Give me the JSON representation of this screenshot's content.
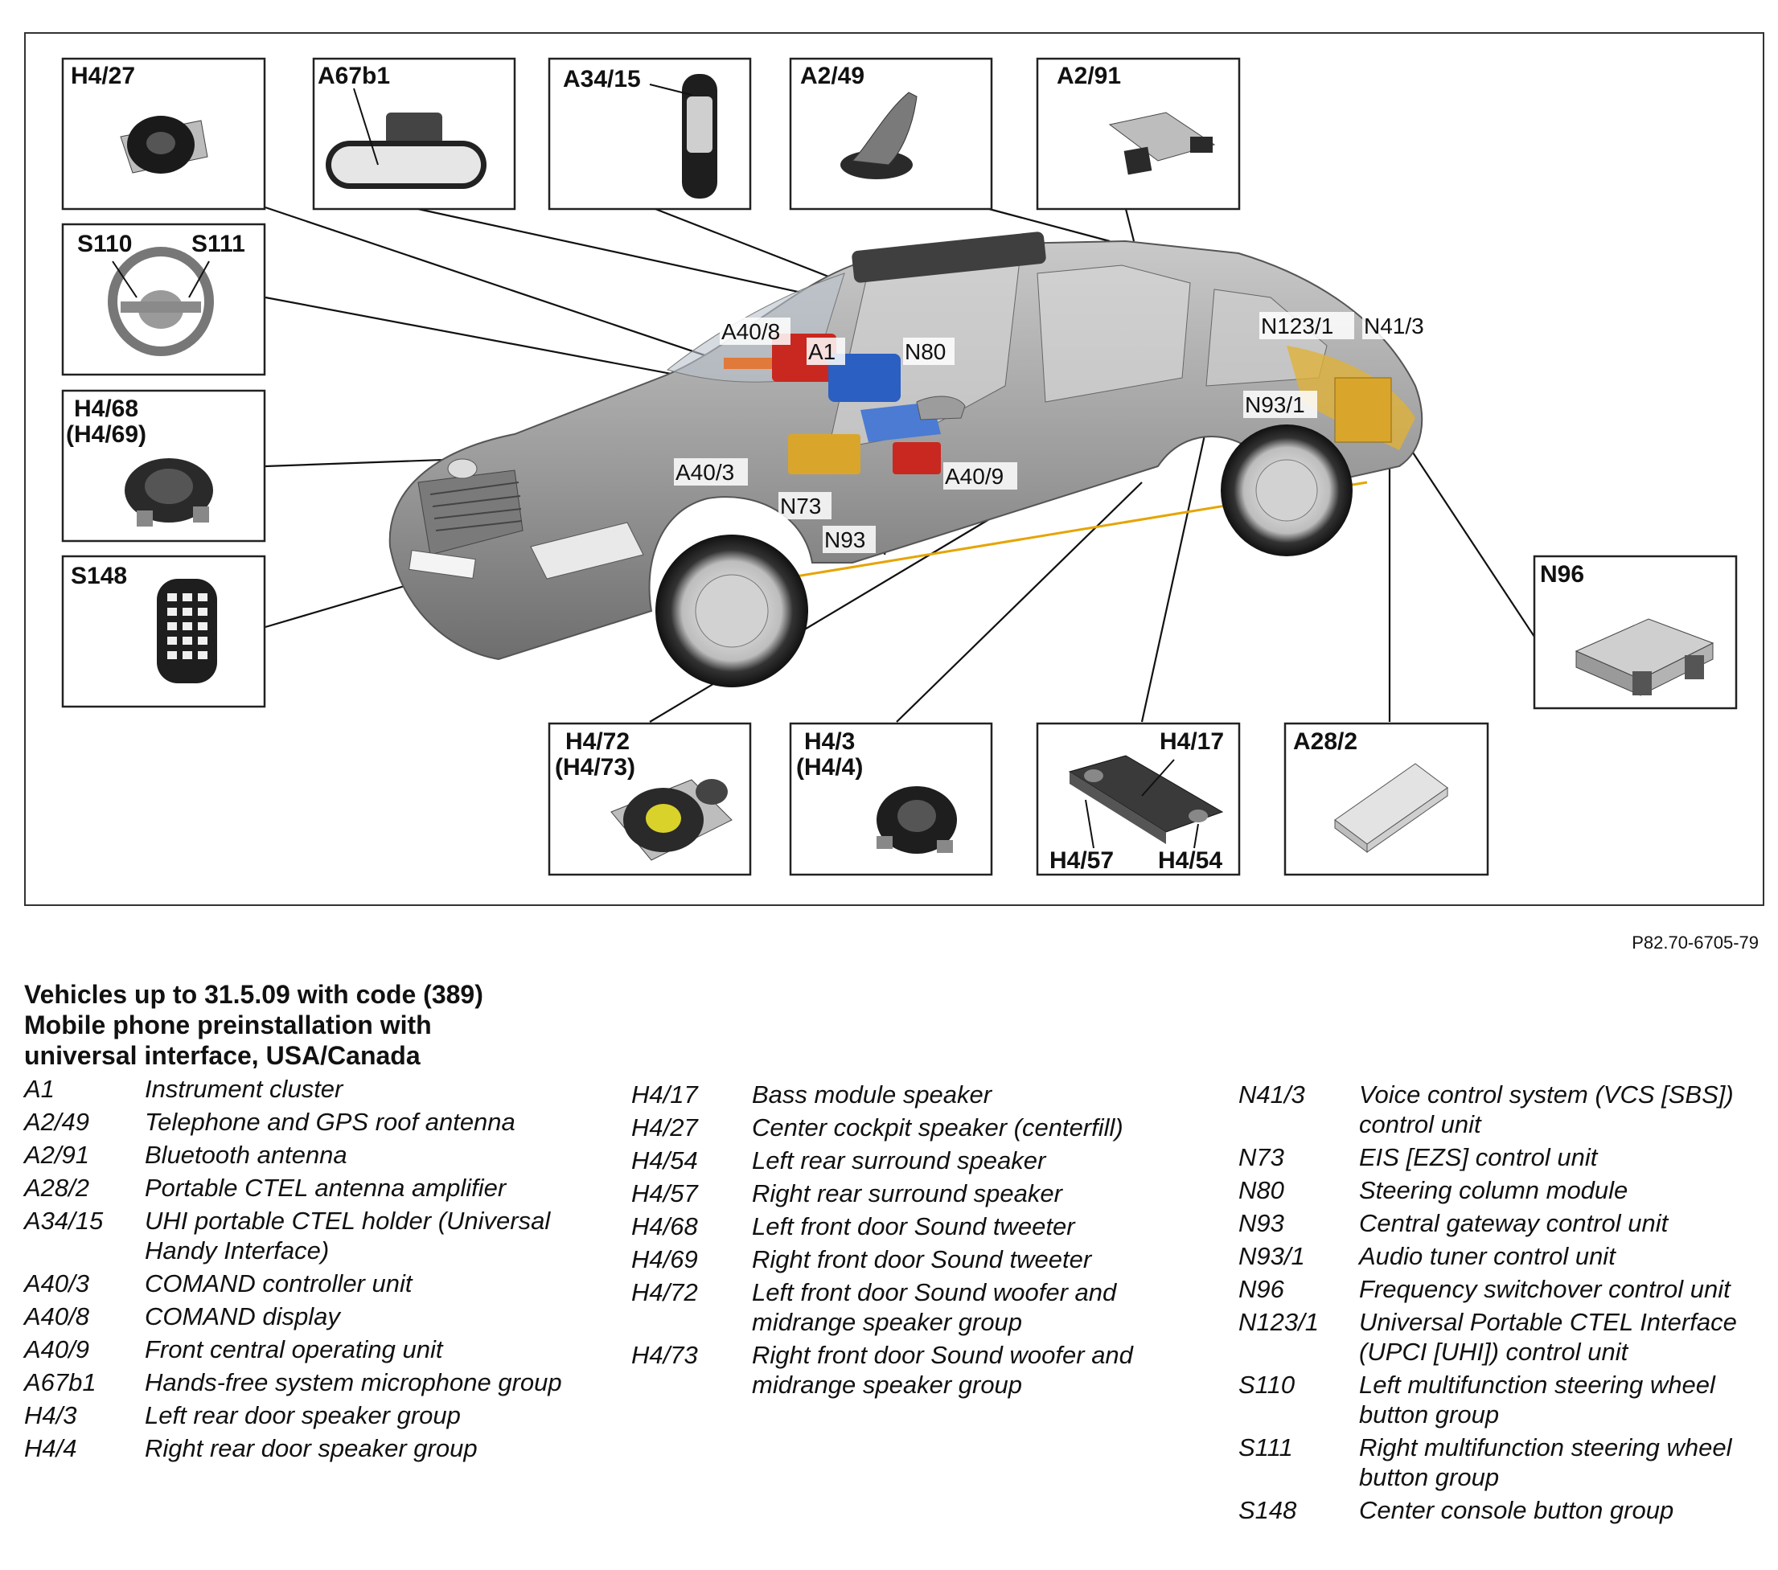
{
  "figure_code": "P82.70-6705-79",
  "callout_boxes": [
    {
      "id": "H4/27",
      "labels": [
        "H4/27"
      ]
    },
    {
      "id": "A67b1",
      "labels": [
        "A67b1"
      ]
    },
    {
      "id": "A34/15",
      "labels": [
        "A34/15"
      ]
    },
    {
      "id": "A2/49",
      "labels": [
        "A2/49"
      ]
    },
    {
      "id": "A2/91",
      "labels": [
        "A2/91"
      ]
    },
    {
      "id": "S110-S111",
      "labels": [
        "S110",
        "S111"
      ]
    },
    {
      "id": "H4/68",
      "labels": [
        "H4/68",
        "(H4/69)"
      ]
    },
    {
      "id": "S148",
      "labels": [
        "S148"
      ]
    },
    {
      "id": "N96",
      "labels": [
        "N96"
      ]
    },
    {
      "id": "H4/72",
      "labels": [
        "H4/72",
        "(H4/73)"
      ]
    },
    {
      "id": "H4/3",
      "labels": [
        "H4/3",
        "(H4/4)"
      ]
    },
    {
      "id": "H4/17",
      "labels": [
        "H4/17",
        "H4/57",
        "H4/54"
      ]
    },
    {
      "id": "A28/2",
      "labels": [
        "A28/2"
      ]
    }
  ],
  "car_labels": [
    "A40/8",
    "A1",
    "N80",
    "N123/1",
    "N41/3",
    "N93/1",
    "A40/3",
    "A40/9",
    "N73",
    "N93"
  ],
  "legend": {
    "title_lines": [
      "Vehicles up to 31.5.09 with code (389)",
      "Mobile phone preinstallation with",
      "universal interface, USA/Canada"
    ],
    "col1": [
      {
        "code": "A1",
        "desc": "Instrument cluster"
      },
      {
        "code": "A2/49",
        "desc": "Telephone and GPS roof antenna"
      },
      {
        "code": "A2/91",
        "desc": "Bluetooth antenna"
      },
      {
        "code": "A28/2",
        "desc": "Portable CTEL antenna amplifier"
      },
      {
        "code": "A34/15",
        "desc": "UHI portable CTEL holder (Universal Handy Interface)"
      },
      {
        "code": "A40/3",
        "desc": "COMAND controller unit"
      },
      {
        "code": "A40/8",
        "desc": "COMAND display"
      },
      {
        "code": "A40/9",
        "desc": "Front central operating unit"
      },
      {
        "code": "A67b1",
        "desc": "Hands-free system microphone group"
      },
      {
        "code": "H4/3",
        "desc": "Left rear door speaker group"
      },
      {
        "code": "H4/4",
        "desc": "Right rear door speaker group"
      }
    ],
    "col2": [
      {
        "code": "H4/17",
        "desc": "Bass module speaker"
      },
      {
        "code": "H4/27",
        "desc": "Center cockpit speaker (centerfill)"
      },
      {
        "code": "H4/54",
        "desc": "Left rear surround speaker"
      },
      {
        "code": "H4/57",
        "desc": "Right rear surround speaker"
      },
      {
        "code": "H4/68",
        "desc": "Left front door Sound tweeter"
      },
      {
        "code": "H4/69",
        "desc": "Right front door Sound tweeter"
      },
      {
        "code": "H4/72",
        "desc": "Left front door Sound woofer and midrange speaker group"
      },
      {
        "code": "H4/73",
        "desc": "Right front door Sound woofer and midrange speaker group"
      }
    ],
    "col3": [
      {
        "code": "N41/3",
        "desc": "Voice control system (VCS [SBS]) control unit"
      },
      {
        "code": "N73",
        "desc": "EIS [EZS] control unit"
      },
      {
        "code": "N80",
        "desc": "Steering column module"
      },
      {
        "code": "N93",
        "desc": "Central gateway control unit"
      },
      {
        "code": "N93/1",
        "desc": "Audio tuner control unit"
      },
      {
        "code": "N96",
        "desc": "Frequency switchover control unit"
      },
      {
        "code": "N123/1",
        "desc": "Universal Portable CTEL Interface (UPCI [UHI]) control unit"
      },
      {
        "code": "S110",
        "desc": "Left multifunction steering wheel button group"
      },
      {
        "code": "S111",
        "desc": "Right multifunction steering wheel button group"
      },
      {
        "code": "S148",
        "desc": "Center console button group"
      }
    ]
  }
}
